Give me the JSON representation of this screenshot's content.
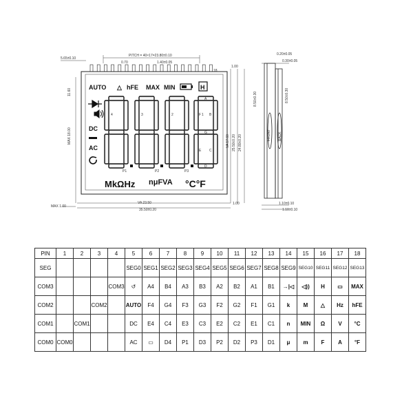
{
  "dimensions": {
    "top_left": "5.65±0.10",
    "pitch": "PITCH = 40×17=23.80±0.10",
    "pin_w": "0.70",
    "pin_pitch": "1.40±0.05",
    "pin_first": "1",
    "pin_last": "18",
    "right_top": "1.00",
    "thick_a": "0.20±0.05",
    "thick_b": "0.30±0.05",
    "left_a": "11.60",
    "left_b": "MAX 18.00",
    "va_h": "VA 17.60",
    "vh_a": "25.50±0.20",
    "vh_b": "24.80±0.20",
    "side_a": "8.50±0.30",
    "side_b": "8.50±0.30",
    "front": "FRONT",
    "back": "BACK",
    "va_w": "VA 23.50",
    "total_w": "35.50±0.20",
    "max_bottom": "MAX 1.00",
    "bottom_right": "1.00",
    "pin_len_a": "1.10±0.10",
    "pin_len_b": "1.10±0.10"
  },
  "lcd": {
    "auto": "AUTO",
    "delta": "△",
    "hfe": "hFE",
    "max": "MAX",
    "min": "MIN",
    "hold": "H",
    "dc": "DC",
    "ac": "AC",
    "units_left": "MkΩHz",
    "units_mid": "nμFVA",
    "units_right": "°C°F",
    "p1": "P1",
    "p2": "P2",
    "p3": "P3",
    "d1_labels": [
      "4"
    ],
    "d2_labels": [
      "3"
    ],
    "d3_labels": [
      "2"
    ],
    "d4_labels": [
      "A",
      "F",
      "1",
      "B",
      "G",
      "E",
      "C",
      "D"
    ]
  },
  "table": {
    "header": [
      "PIN",
      "1",
      "2",
      "3",
      "4",
      "5",
      "6",
      "7",
      "8",
      "9",
      "10",
      "11",
      "12",
      "13",
      "14",
      "15",
      "16",
      "17",
      "18"
    ],
    "rows": [
      [
        "SEG",
        "",
        "",
        "",
        "",
        "SEG0",
        "SEG1",
        "SEG2",
        "SEG3",
        "SEG4",
        "SEG5",
        "SEG6",
        "SEG7",
        "SEG8",
        "SEG9",
        "SEG10",
        "SEG11",
        "SEG12",
        "SEG13"
      ],
      [
        "COM3",
        "",
        "",
        "",
        "COM3",
        "↺",
        "A4",
        "B4",
        "A3",
        "B3",
        "A2",
        "B2",
        "A1",
        "B1",
        "→|◁",
        "◁))",
        "H",
        "▭",
        "MAX"
      ],
      [
        "COM2",
        "",
        "",
        "COM2",
        "",
        "AUTO",
        "F4",
        "G4",
        "F3",
        "G3",
        "F2",
        "G2",
        "F1",
        "G1",
        "k",
        "M",
        "△",
        "Hz",
        "hFE"
      ],
      [
        "COM1",
        "",
        "COM1",
        "",
        "",
        "DC",
        "E4",
        "C4",
        "E3",
        "C3",
        "E2",
        "C2",
        "E1",
        "C1",
        "n",
        "MIN",
        "Ω",
        "V",
        "°C"
      ],
      [
        "COM0",
        "COM0",
        "",
        "",
        "",
        "AC",
        "▭",
        "D4",
        "P1",
        "D3",
        "P2",
        "D2",
        "P3",
        "D1",
        "μ",
        "m",
        "F",
        "A",
        "°F"
      ]
    ]
  }
}
